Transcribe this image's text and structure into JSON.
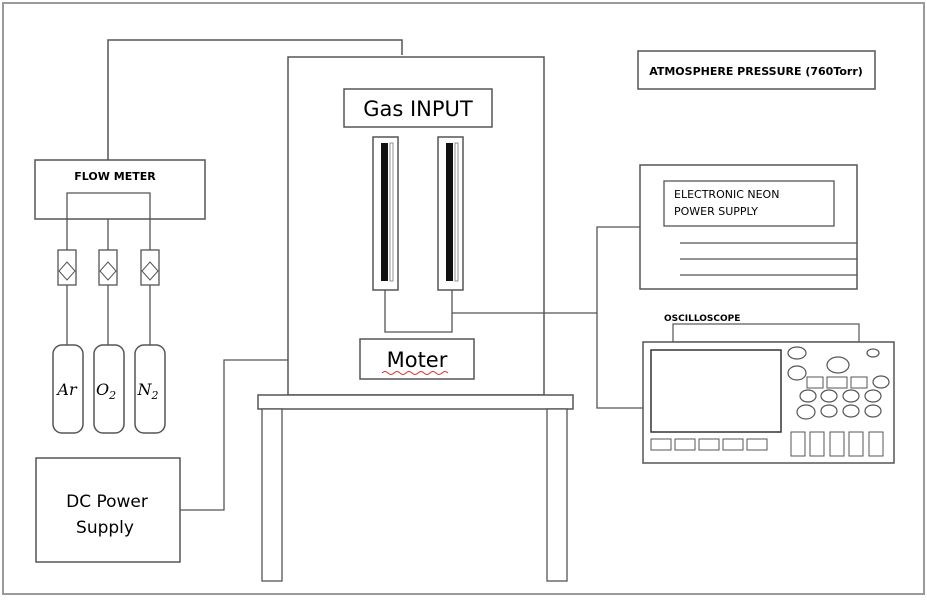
{
  "labels": {
    "atmosphere": "ATMOSPHERE PRESSURE (760Torr)",
    "flow_meter": "FLOW METER",
    "gas_input": "Gas INPUT",
    "neon_supply_line1": "ELECTRONIC NEON",
    "neon_supply_line2": "POWER SUPPLY",
    "oscilloscope": "OSCILLOSCOPE",
    "motor": "Moter",
    "dc_supply_line1": "DC Power",
    "dc_supply_line2": "Supply"
  },
  "cylinders": [
    {
      "label": "Ar",
      "sub": ""
    },
    {
      "label": "O",
      "sub": "2"
    },
    {
      "label": "N",
      "sub": "2"
    }
  ],
  "colors": {
    "line": "#555555",
    "frame": "#888888",
    "dark": "#222222"
  }
}
